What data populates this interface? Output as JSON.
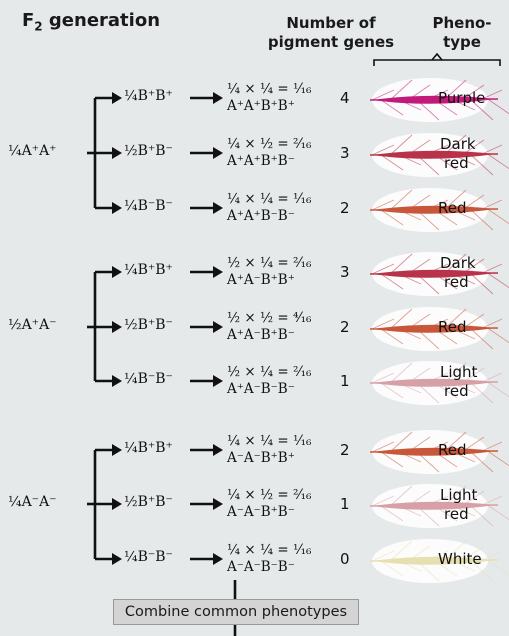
{
  "title": {
    "main": "F",
    "sub": "2",
    "rest": " generation"
  },
  "headers": {
    "genes_line1": "Number of",
    "genes_line2": "pigment genes",
    "pheno_line1": "Pheno-",
    "pheno_line2": "type"
  },
  "groups": [
    {
      "label": "¼A⁺A⁺"
    },
    {
      "label": "½A⁺A⁻"
    },
    {
      "label": "¼A⁻A⁻"
    }
  ],
  "rows": [
    {
      "b_genotype": "¼B⁺B⁺",
      "calc": "¼ × ¼ = ¹⁄₁₆",
      "genotype": "A⁺A⁺B⁺B⁺",
      "count": "4",
      "phenotype": [
        "Purple"
      ],
      "color": "#c21a7a"
    },
    {
      "b_genotype": "½B⁺B⁻",
      "calc": "¼ × ½ = ²⁄₁₆",
      "genotype": "A⁺A⁺B⁺B⁻",
      "count": "3",
      "phenotype": [
        "Dark",
        "red"
      ],
      "color": "#b8324a"
    },
    {
      "b_genotype": "¼B⁻B⁻",
      "calc": "¼ × ¼ = ¹⁄₁₆",
      "genotype": "A⁺A⁺B⁻B⁻",
      "count": "2",
      "phenotype": [
        "Red"
      ],
      "color": "#c8573a"
    },
    {
      "b_genotype": "¼B⁺B⁺",
      "calc": "½ × ¼ = ²⁄₁₆",
      "genotype": "A⁺A⁻B⁺B⁺",
      "count": "3",
      "phenotype": [
        "Dark",
        "red"
      ],
      "color": "#b8324a"
    },
    {
      "b_genotype": "½B⁺B⁻",
      "calc": "½ × ½ = ⁴⁄₁₆",
      "genotype": "A⁺A⁻B⁺B⁻",
      "count": "2",
      "phenotype": [
        "Red"
      ],
      "color": "#c8573a"
    },
    {
      "b_genotype": "¼B⁻B⁻",
      "calc": "½ × ¼ = ²⁄₁₆",
      "genotype": "A⁺A⁻B⁻B⁻",
      "count": "1",
      "phenotype": [
        "Light",
        "red"
      ],
      "color": "#d7a0a6"
    },
    {
      "b_genotype": "¼B⁺B⁺",
      "calc": "¼ × ¼ = ¹⁄₁₆",
      "genotype": "A⁻A⁻B⁺B⁺",
      "count": "2",
      "phenotype": [
        "Red"
      ],
      "color": "#c8573a"
    },
    {
      "b_genotype": "½B⁺B⁻",
      "calc": "¼ × ½ = ²⁄₁₆",
      "genotype": "A⁻A⁻B⁺B⁻",
      "count": "1",
      "phenotype": [
        "Light",
        "red"
      ],
      "color": "#d7a0a6"
    },
    {
      "b_genotype": "¼B⁻B⁻",
      "calc": "¼ × ¼ = ¹⁄₁₆",
      "genotype": "A⁻A⁻B⁻B⁻",
      "count": "0",
      "phenotype": [
        "White"
      ],
      "color": "#e6e0b0"
    }
  ],
  "combine_label": "Combine common phenotypes",
  "colors": {
    "background": "#e6e9ea",
    "arrow": "#111111",
    "box": "#d4d4d4"
  }
}
